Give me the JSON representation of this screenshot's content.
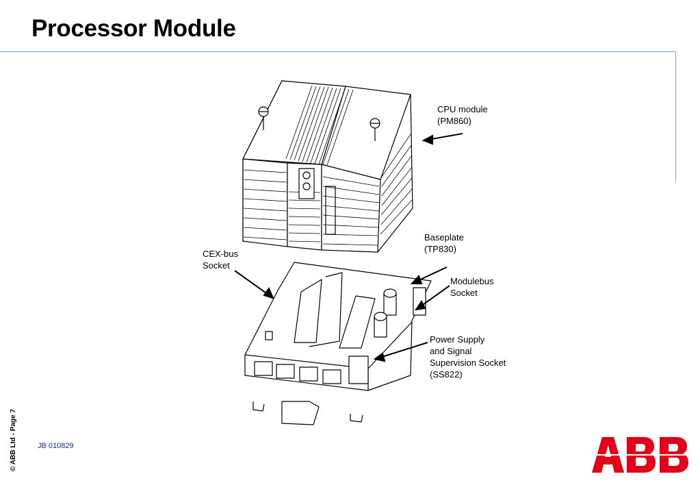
{
  "slide": {
    "title": "Processor Module",
    "footer_code": "JB 010829",
    "side_text": "© ABB Ltd - Page 7",
    "logo_text": "ABB"
  },
  "labels": {
    "cpu": "CPU module\n(PM860)",
    "baseplate": "Baseplate\n(TP830)",
    "cexbus": "CEX-bus\nSocket",
    "modulebus": "Modulebus\nSocket",
    "power": "Power Supply\nand Signal\nSupervision Socket\n(SS822)"
  },
  "colors": {
    "logo_red": "#e2001a",
    "rule_blue": "#7fa3cf"
  }
}
